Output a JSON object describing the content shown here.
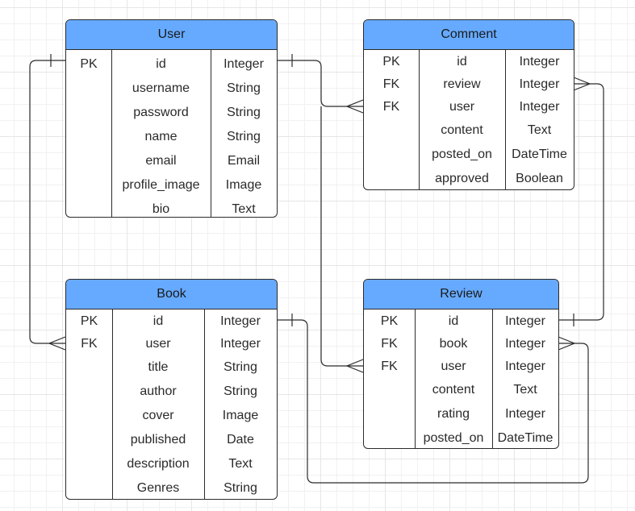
{
  "entities": {
    "user": {
      "name": "User",
      "rows": [
        {
          "key": "PK",
          "field": "id",
          "type": "Integer"
        },
        {
          "key": "",
          "field": "username",
          "type": "String"
        },
        {
          "key": "",
          "field": "password",
          "type": "String"
        },
        {
          "key": "",
          "field": "name",
          "type": "String"
        },
        {
          "key": "",
          "field": "email",
          "type": "Email"
        },
        {
          "key": "",
          "field": "profile_image",
          "type": "Image"
        },
        {
          "key": "",
          "field": "bio",
          "type": "Text"
        }
      ]
    },
    "comment": {
      "name": "Comment",
      "rows": [
        {
          "key": "PK",
          "field": "id",
          "type": "Integer"
        },
        {
          "key": "FK",
          "field": "review",
          "type": "Integer"
        },
        {
          "key": "FK",
          "field": "user",
          "type": "Integer"
        },
        {
          "key": "",
          "field": "content",
          "type": "Text"
        },
        {
          "key": "",
          "field": "posted_on",
          "type": "DateTime"
        },
        {
          "key": "",
          "field": "approved",
          "type": "Boolean"
        }
      ]
    },
    "book": {
      "name": "Book",
      "rows": [
        {
          "key": "PK",
          "field": "id",
          "type": "Integer"
        },
        {
          "key": "FK",
          "field": "user",
          "type": "Integer"
        },
        {
          "key": "",
          "field": "title",
          "type": "String"
        },
        {
          "key": "",
          "field": "author",
          "type": "String"
        },
        {
          "key": "",
          "field": "cover",
          "type": "Image"
        },
        {
          "key": "",
          "field": "published",
          "type": "Date"
        },
        {
          "key": "",
          "field": "description",
          "type": "Text"
        },
        {
          "key": "",
          "field": "Genres",
          "type": "String"
        }
      ]
    },
    "review": {
      "name": "Review",
      "rows": [
        {
          "key": "PK",
          "field": "id",
          "type": "Integer"
        },
        {
          "key": "FK",
          "field": "book",
          "type": "Integer"
        },
        {
          "key": "FK",
          "field": "user",
          "type": "Integer"
        },
        {
          "key": "",
          "field": "content",
          "type": "Text"
        },
        {
          "key": "",
          "field": "rating",
          "type": "Integer"
        },
        {
          "key": "",
          "field": "posted_on",
          "type": "DateTime"
        }
      ]
    }
  },
  "relationships": [
    {
      "from": "user.id",
      "to": "book.user",
      "cardinality": "one-to-many"
    },
    {
      "from": "user.id",
      "to": "comment.user",
      "cardinality": "one-to-many"
    },
    {
      "from": "user.id",
      "to": "review.user",
      "cardinality": "one-to-many"
    },
    {
      "from": "review.id",
      "to": "comment.review",
      "cardinality": "one-to-many"
    },
    {
      "from": "book.id",
      "to": "review.book",
      "cardinality": "one-to-many"
    }
  ]
}
